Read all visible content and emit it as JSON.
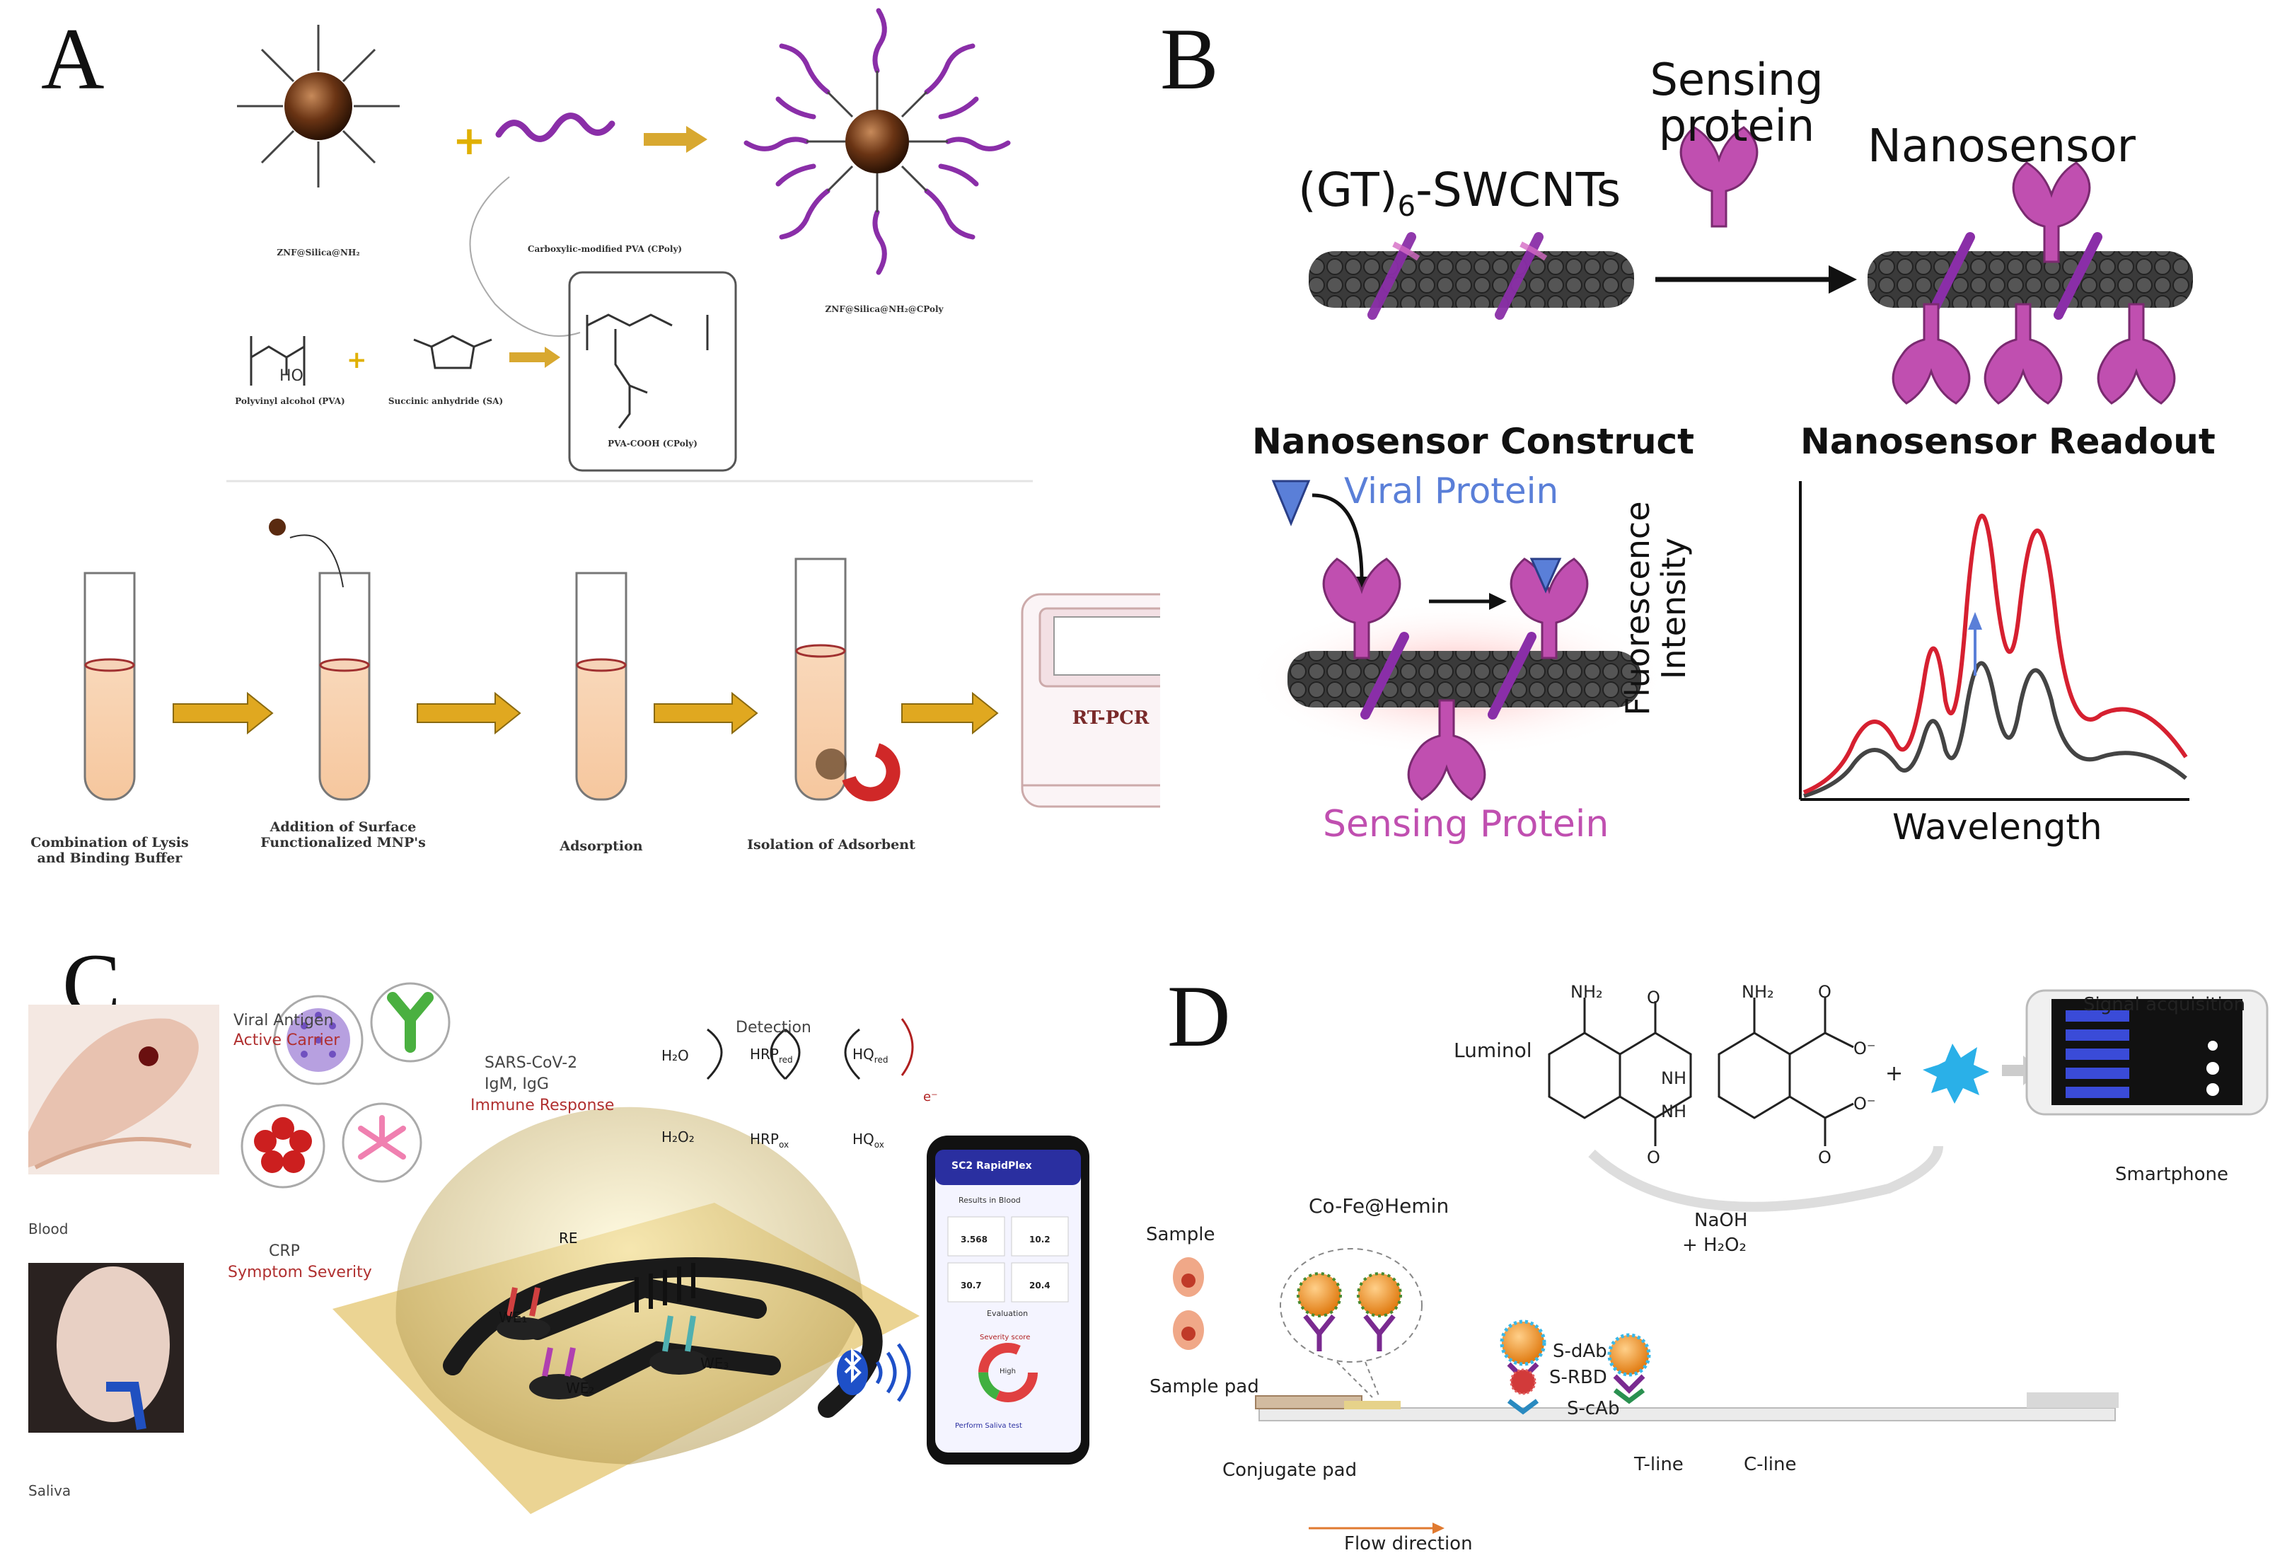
{
  "panel_a": {
    "letter": "A",
    "znf_label": "ZNF@Silica@NH₂",
    "cpva_label": "Carboxylic-modified PVA (CPoly)",
    "product_label": "ZNF@Silica@NH₂@CPoly",
    "pva_label": "Polyvinyl alcohol (PVA)",
    "sa_label": "Succinic anhydride (SA)",
    "pva_cooh_label": "PVA-COOH (CPoly)",
    "device_label": "RT-PCR",
    "steps": [
      "Combination of Lysis and Binding Buffer",
      "Addition of Surface Functionalized MNP's",
      "Adsorption",
      "Isolation of Adsorbent"
    ]
  },
  "panel_b": {
    "letter": "B",
    "gt_label_prefix": "(GT)",
    "gt_label_sub": "6",
    "gt_label_suffix": "-SWCNTs",
    "sensing_protein_top": "Sensing protein",
    "nanosensor_label": "Nanosensor",
    "construct_title": "Nanosensor Construct",
    "viral_protein": "Viral Protein",
    "sensing_protein_bottom": "Sensing Protein",
    "readout_title": "Nanosensor Readout",
    "y_axis": "Fluorescence Intensity",
    "x_axis": "Wavelength",
    "colors": {
      "sensing": "#c04fb0",
      "viral": "#5a7fd8",
      "red_trace": "#d62030",
      "gray_trace": "#444444"
    }
  },
  "panel_c": {
    "letter": "C",
    "viral_antigen": "Viral Antigen",
    "active_carrier": "Active Carrier",
    "sars_line1": "SARS-CoV-2",
    "sars_line2": "IgM, IgG",
    "immune_response": "Immune Response",
    "crp": "CRP",
    "symptom_severity": "Symptom Severity",
    "detection": "Detection",
    "blood": "Blood",
    "saliva": "Saliva",
    "re": "RE",
    "we1": "WE₁",
    "we2": "WE₂",
    "we3": "WE₃",
    "phone_title": "SC2 RapidPlex",
    "phone_results": "Results in Blood",
    "phone_values": [
      "3.568",
      "10.2",
      "30.7",
      "20.4"
    ],
    "phone_evaluation": "Evaluation",
    "phone_score": "Severity score",
    "phone_gauge": "High",
    "phone_button": "Perform Saliva test",
    "chem": {
      "h2o": "H₂O",
      "h2o2": "H₂O₂",
      "hrp_red": "HRP",
      "hrp_red_sub": "red",
      "hrp_ox": "HRP",
      "hrp_ox_sub": "ox",
      "hq_red": "HQ",
      "hq_red_sub": "red",
      "hq_ox": "HQ",
      "hq_ox_sub": "ox",
      "electron": "e⁻"
    }
  },
  "panel_d": {
    "letter": "D",
    "luminol": "Luminol",
    "signal_acquisition": "Signal acquisition",
    "smartphone": "Smartphone",
    "naoh": "NaOH",
    "h2o2": "+ H₂O₂",
    "sample": "Sample",
    "co_fe_hemin": "Co-Fe@Hemin",
    "sample_pad": "Sample pad",
    "conjugate_pad": "Conjugate pad",
    "s_dab": "S-dAb",
    "s_rbd": "S-RBD",
    "s_cab": "S-cAb",
    "t_line": "T-line",
    "c_line": "C-line",
    "flow_direction": "Flow direction",
    "nh2": "NH₂",
    "nh": "NH",
    "o": "O",
    "o_minus": "O⁻",
    "plus": "+"
  }
}
